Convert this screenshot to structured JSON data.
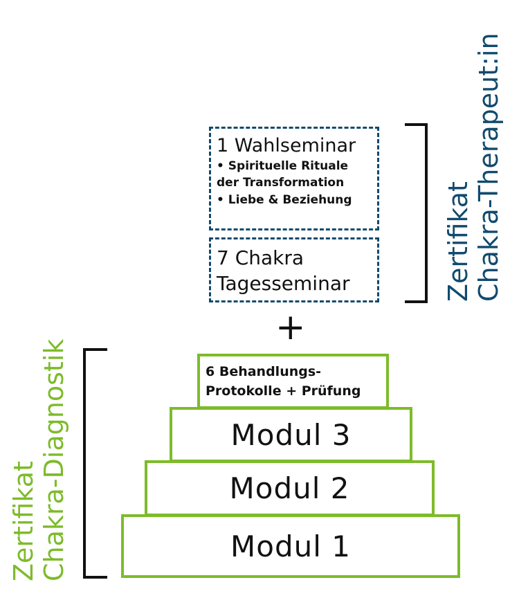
{
  "therapist_track": {
    "elective": {
      "title": "1 Wahlseminar",
      "items": [
        "• Spirituelle Rituale der Transformation",
        "• Liebe & Beziehung"
      ]
    },
    "day_seminar": {
      "line1": "7 Chakra",
      "line2": "Tagesseminar"
    },
    "certificate": {
      "line1": "Zertifikat",
      "line2": "Chakra-Therapeut:in"
    }
  },
  "plus_sign": "+",
  "diagnostic_track": {
    "protocols": {
      "line1": "6 Behandlungs-",
      "line2": "Protokolle + Prüfung"
    },
    "modules": [
      "Modul 3",
      "Modul 2",
      "Modul 1"
    ],
    "certificate": {
      "line1": "Zertifikat",
      "line2": "Chakra-Diagnostik"
    }
  },
  "colors": {
    "therapist": "#114a6e",
    "diagnostic": "#7dbb2a",
    "ink": "#111111"
  }
}
